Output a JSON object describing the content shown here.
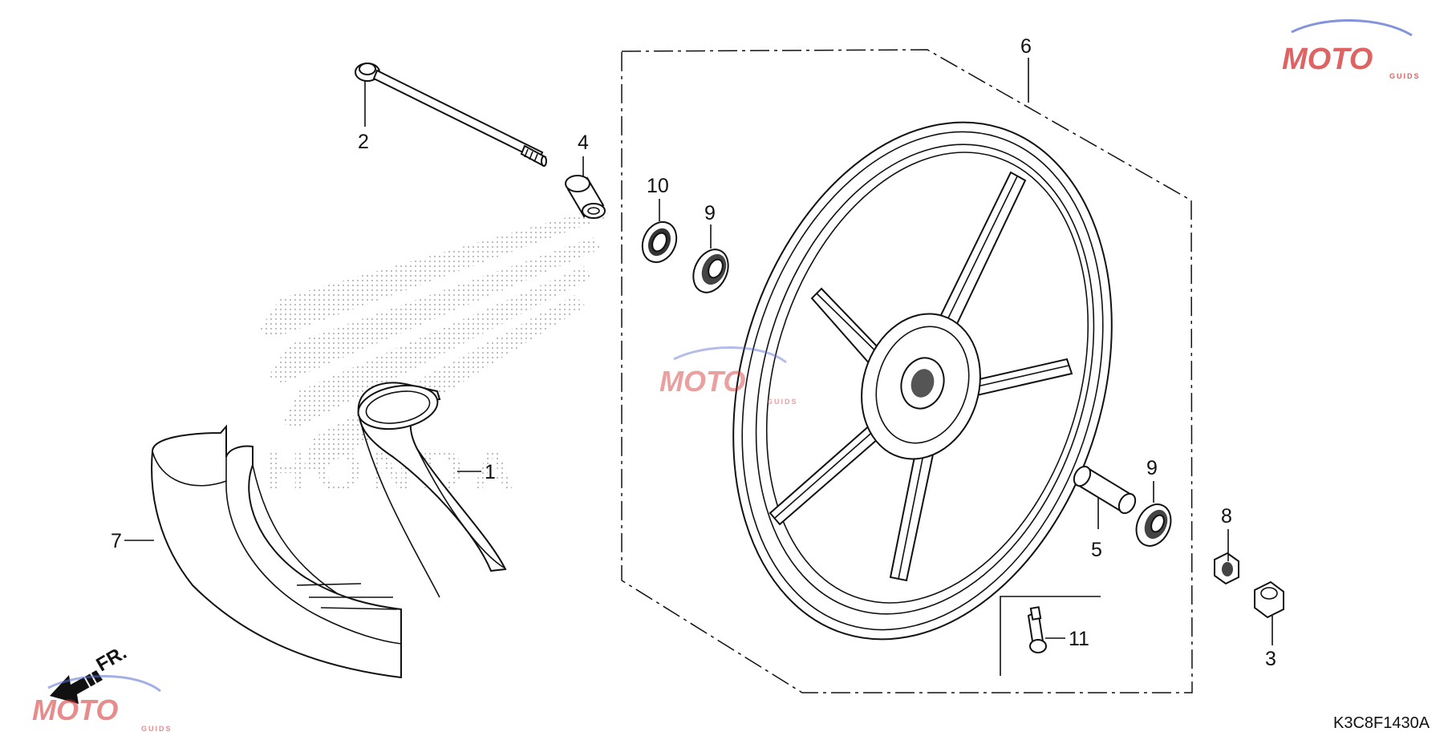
{
  "callouts": {
    "c1": "1",
    "c2": "2",
    "c3": "3",
    "c4": "4",
    "c5": "5",
    "c6": "6",
    "c7": "7",
    "c8": "8",
    "c9a": "9",
    "c9b": "9",
    "c10": "10",
    "c11": "11"
  },
  "direction_label": "FR.",
  "diagram_code": "K3C8F1430A",
  "watermark": {
    "brand": "MOTO",
    "sub": "GUIDS",
    "bg_mark": "HONDA",
    "colors": {
      "red": "#d32f2f",
      "blue": "#5a6fd1",
      "dots": "#b0b0b0"
    }
  }
}
